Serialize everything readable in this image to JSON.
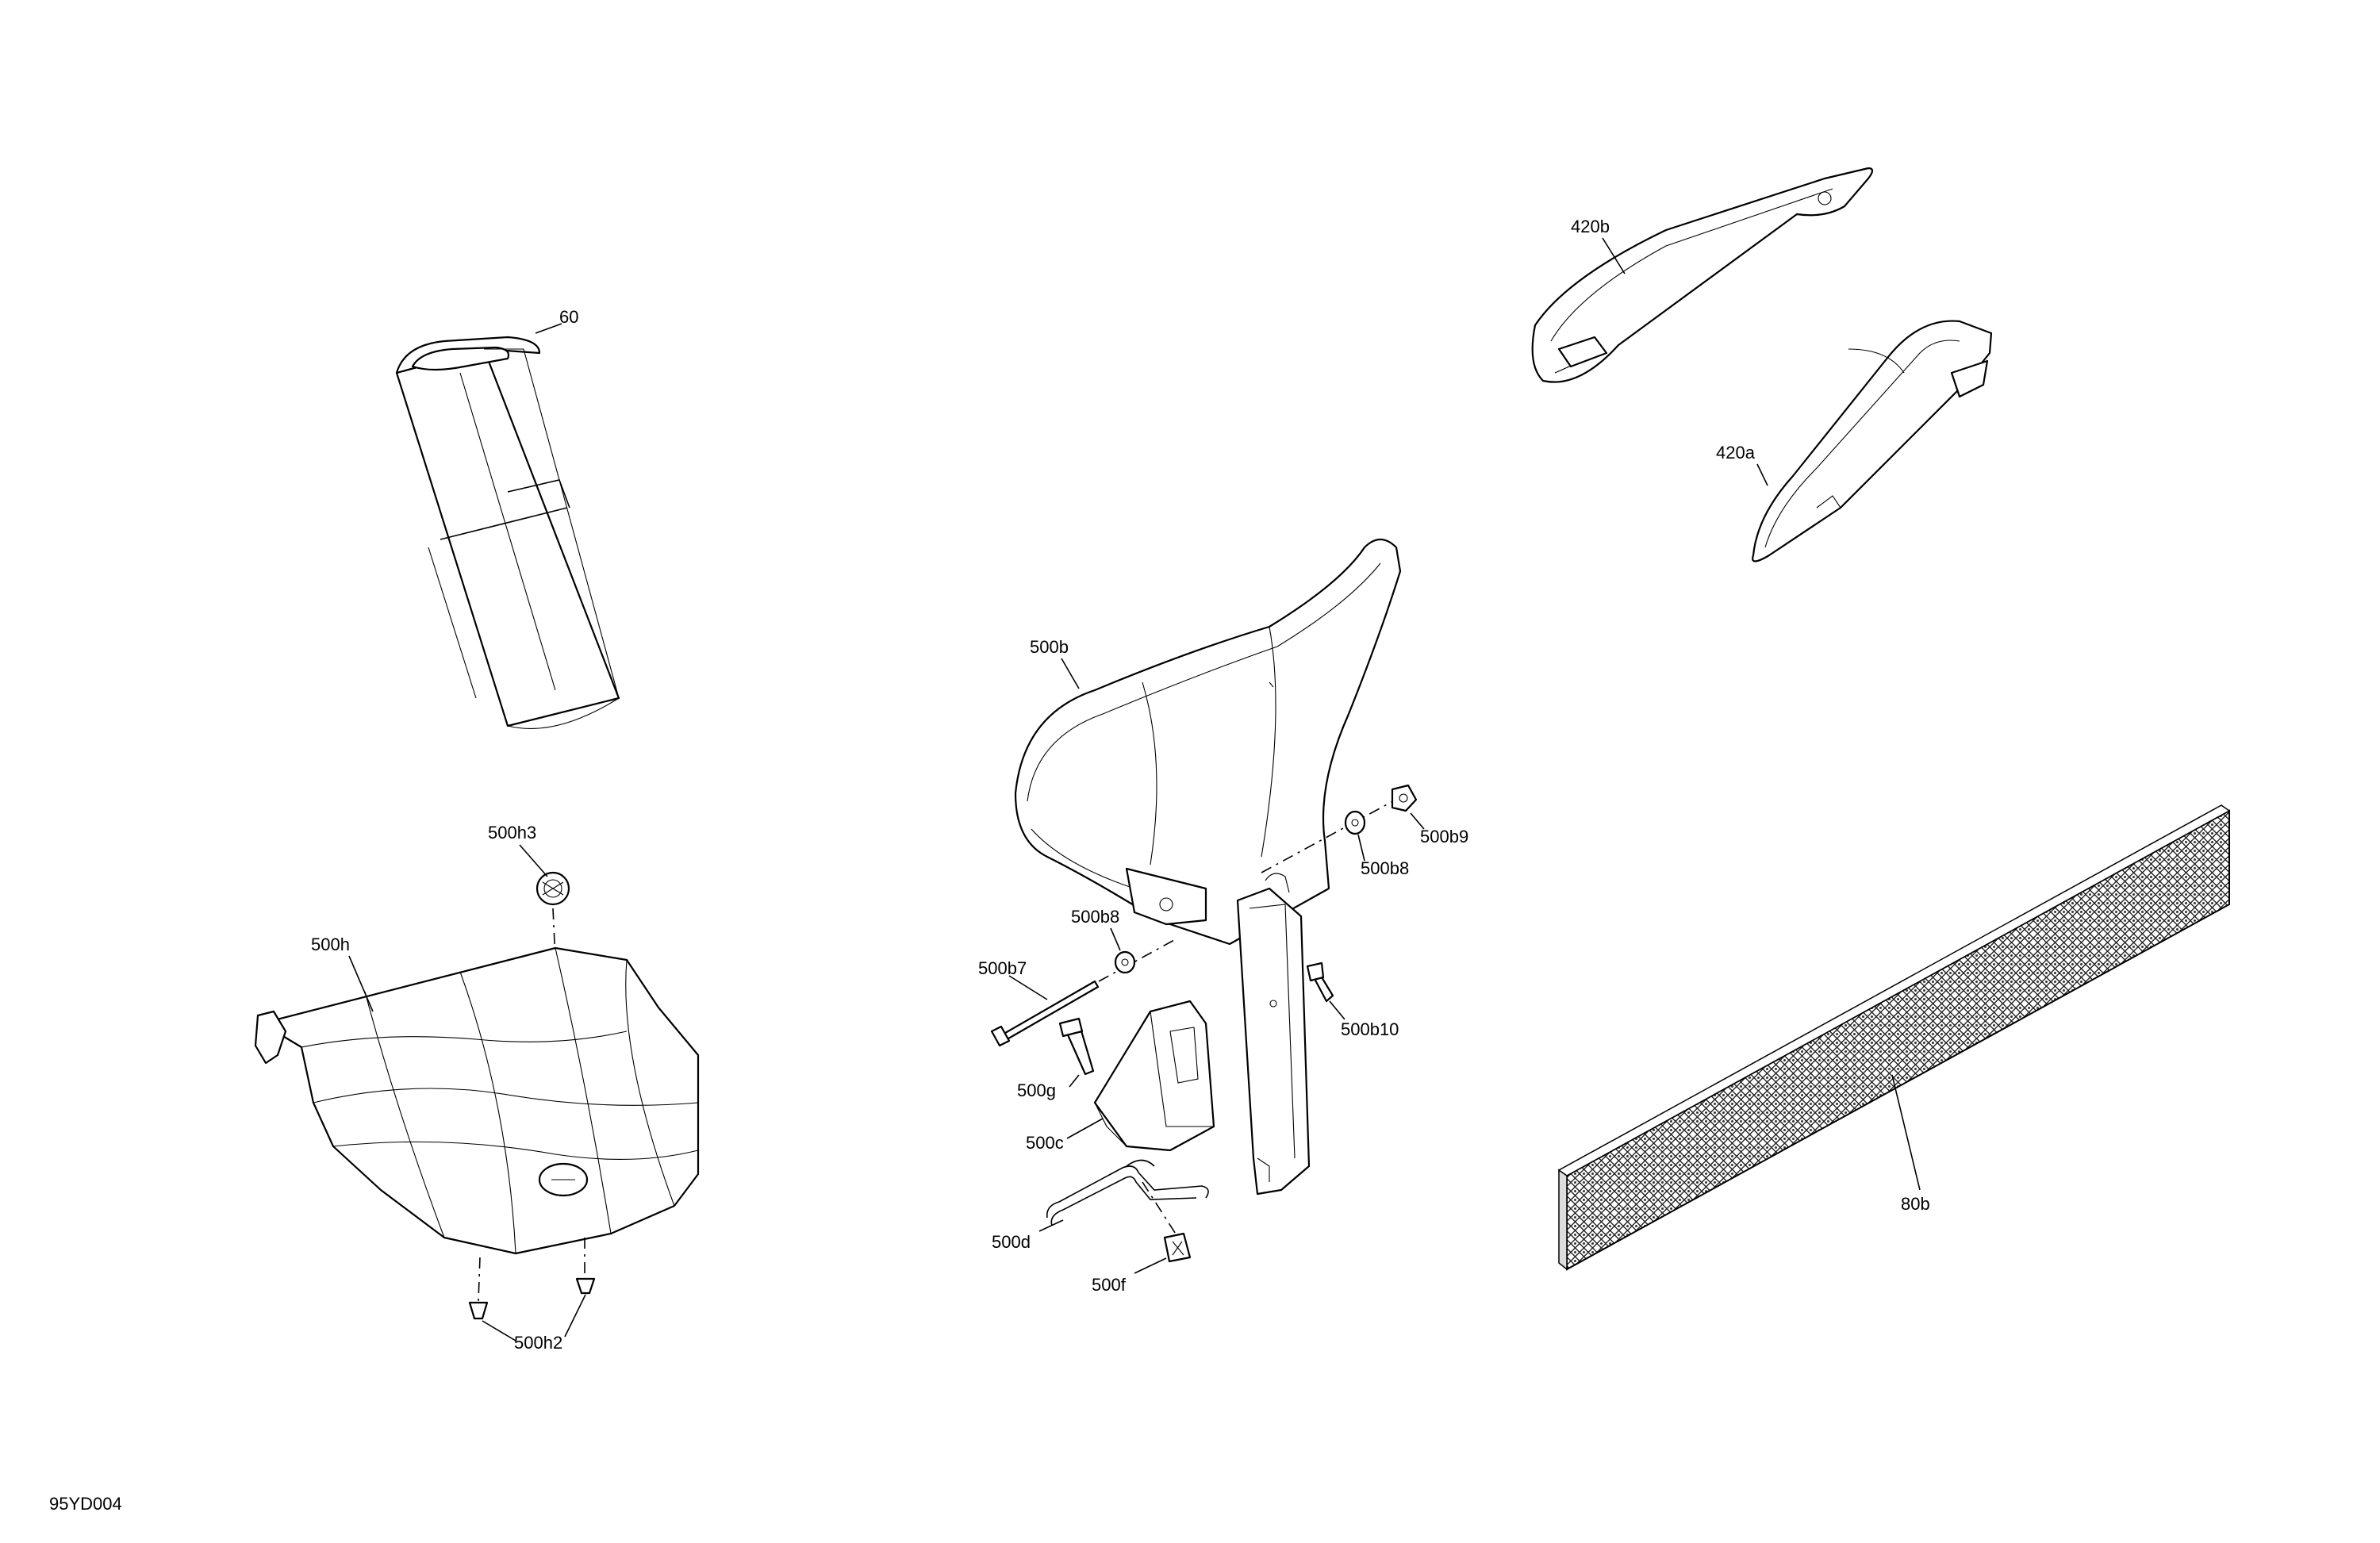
{
  "diagram": {
    "drawing_number": "95YD004",
    "part_labels": {
      "p60": "60",
      "p500h3": "500h3",
      "p500h": "500h",
      "p500h2": "500h2",
      "p500b": "500b",
      "p500b7": "500b7",
      "p500b8a": "500b8",
      "p500b8b": "500b8",
      "p500b9": "500b9",
      "p500b10": "500b10",
      "p500g": "500g",
      "p500c": "500c",
      "p500d": "500d",
      "p500f": "500f",
      "p420b": "420b",
      "p420a": "420a",
      "p80b": "80b"
    }
  }
}
